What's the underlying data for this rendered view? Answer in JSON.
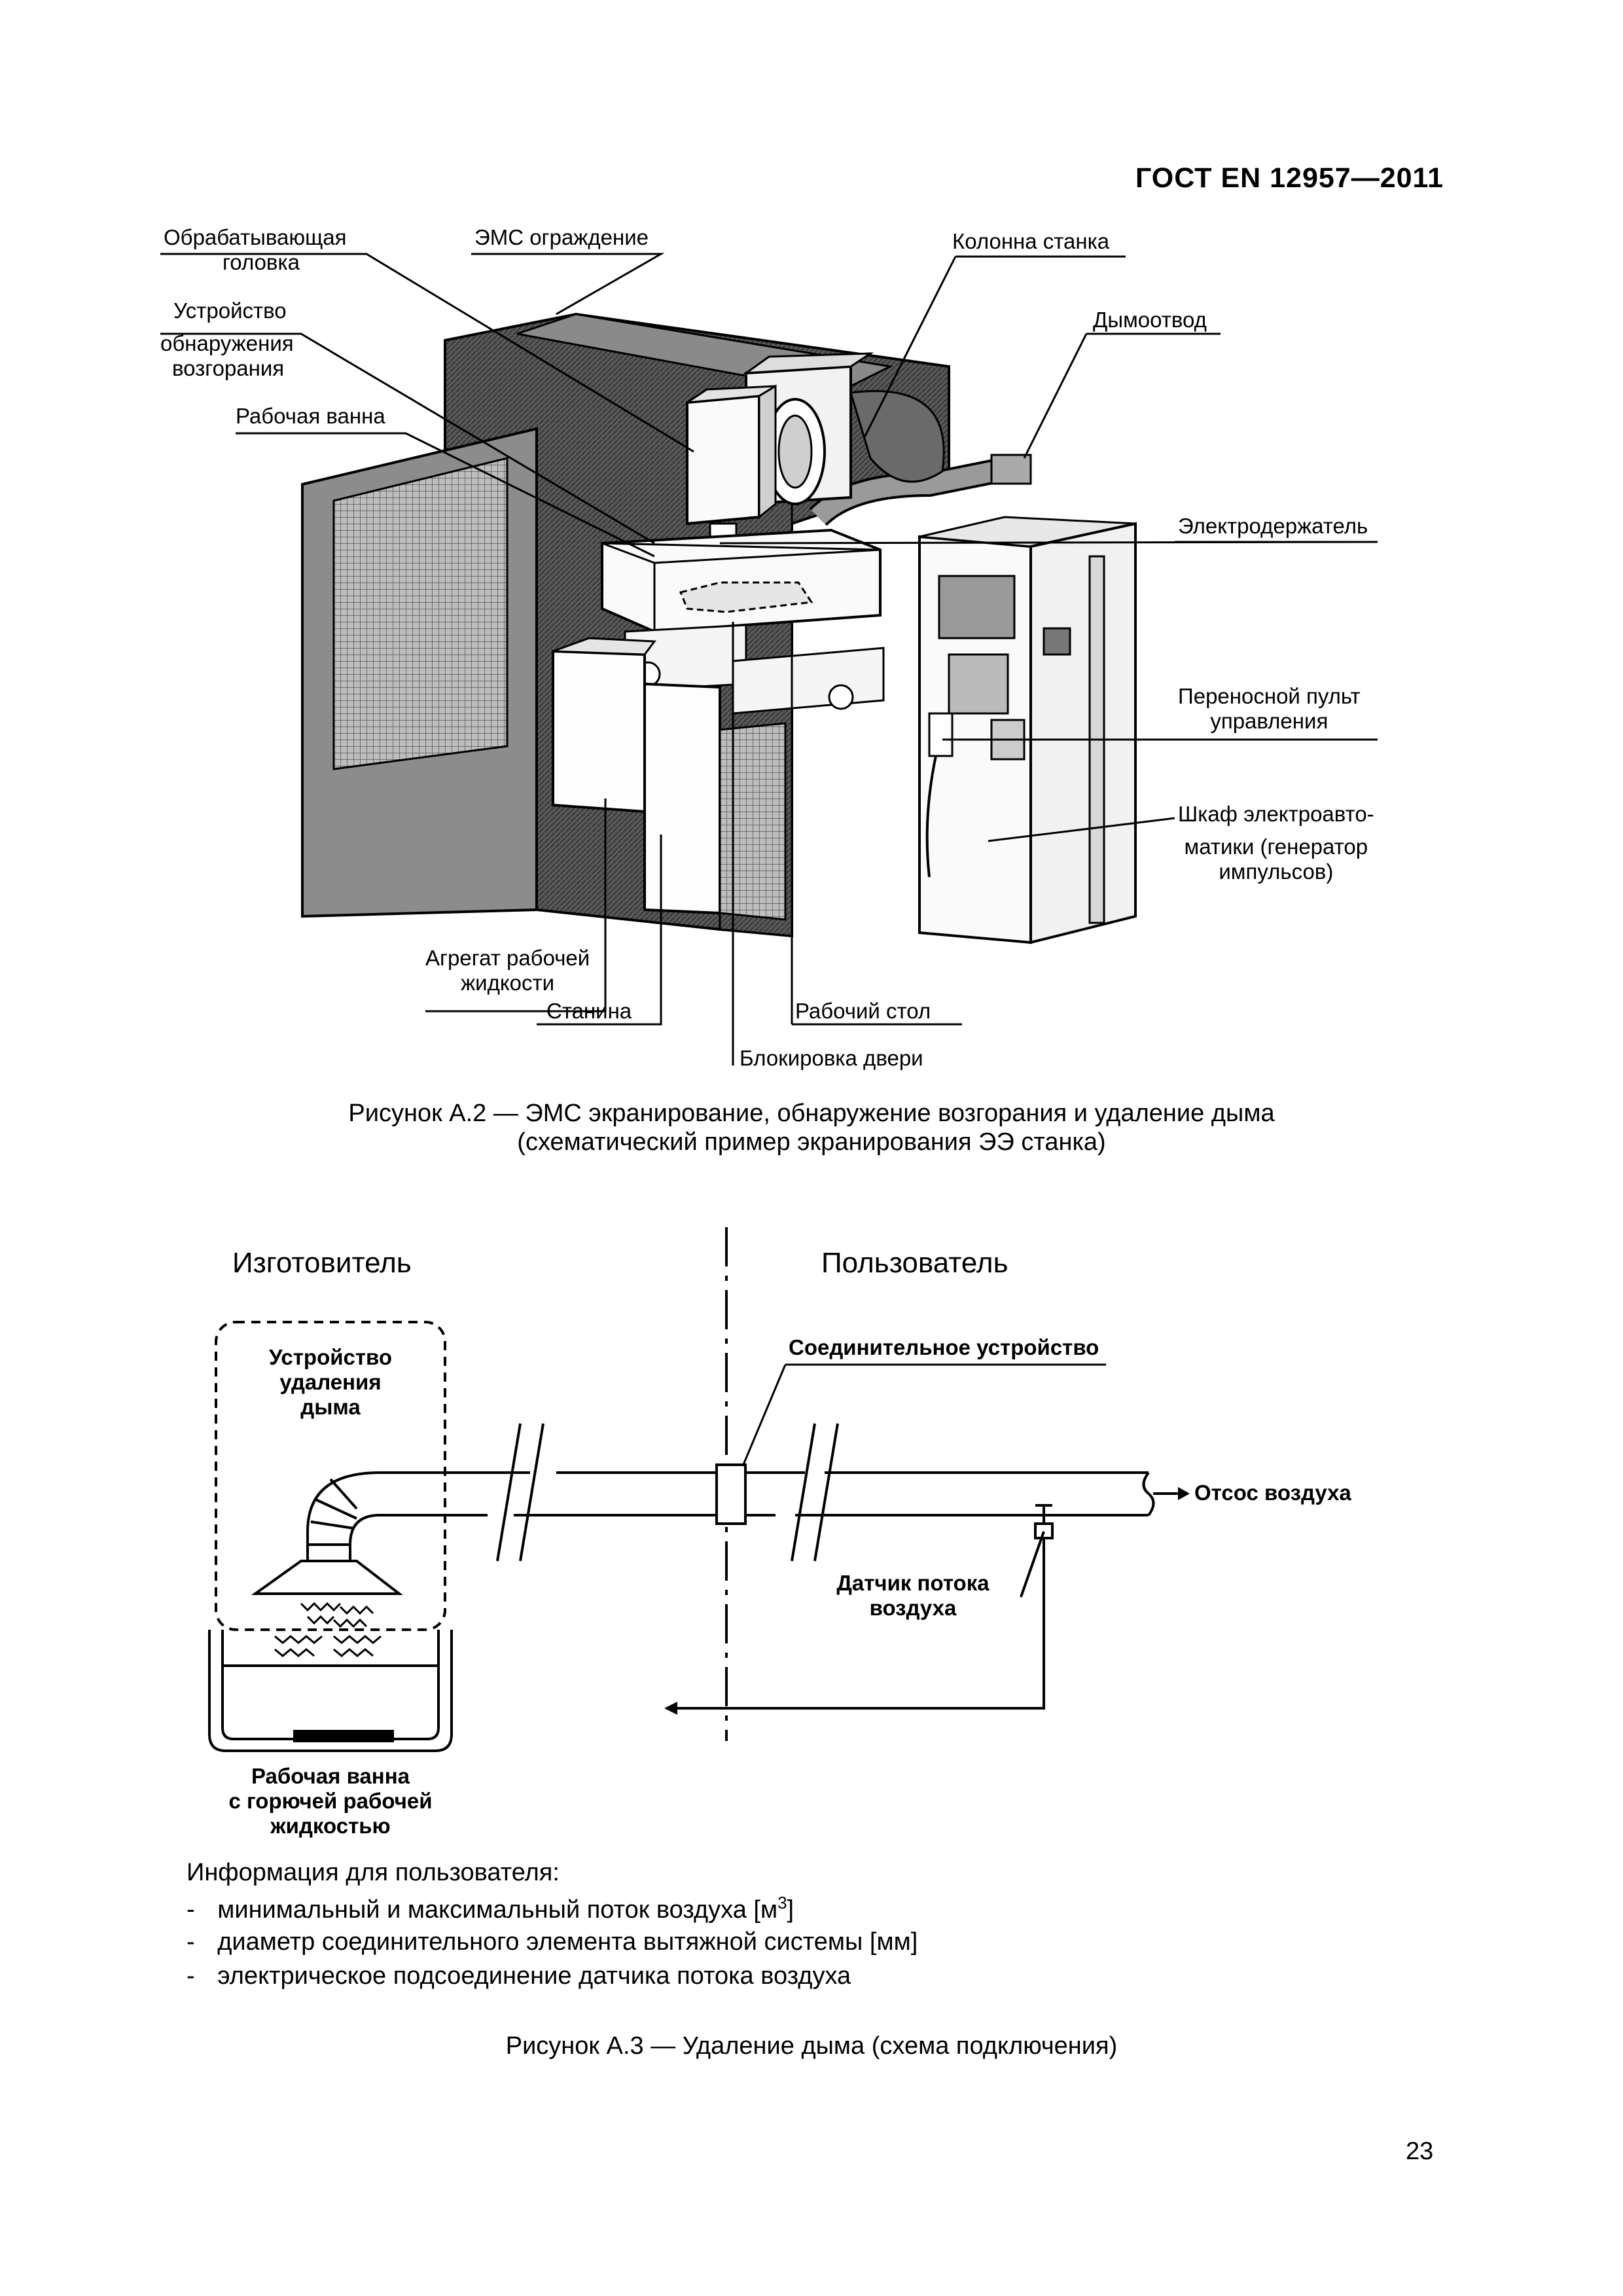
{
  "header": {
    "doc_id": "ГОСТ EN 12957—2011"
  },
  "figure_a2": {
    "labels": {
      "machining_head_1": "Обрабатывающая",
      "machining_head_2": "головка",
      "emc_enclosure": "ЭМС ограждение",
      "machine_column": "Колонна станка",
      "fire_detector_1": "Устройство",
      "fire_detector_2": "обнаружения",
      "fire_detector_3": "возгорания",
      "smoke_outlet": "Дымоотвод",
      "work_tank": "Рабочая ванна",
      "electrode_holder": "Электродержатель",
      "pendant_1": "Переносной пульт",
      "pendant_2": "управления",
      "cabinet_1": "Шкаф электроавто-",
      "cabinet_2": "матики (генератор",
      "cabinet_3": "импульсов)",
      "fluid_unit_1": "Агрегат рабочей",
      "fluid_unit_2": "жидкости",
      "bed": "Станина",
      "work_table": "Рабочий стол",
      "door_interlock": "Блокировка двери"
    },
    "caption_1": "Рисунок А.2 — ЭМС экранирование, обнаружение возгорания и удаление дыма",
    "caption_2": "(схематический пример экранирования ЭЭ станка)"
  },
  "figure_a3": {
    "manufacturer": "Изготовитель",
    "user": "Пользователь",
    "smoke_device_1": "Устройство",
    "smoke_device_2": "удаления",
    "smoke_device_3": "дыма",
    "connector": "Соединительное устройство",
    "air_exhaust": "Отсос воздуха",
    "flow_sensor_1": "Датчик потока",
    "flow_sensor_2": "воздуха",
    "tank_1": "Рабочая ванна",
    "tank_2": "с горючей рабочей",
    "tank_3": "жидкостью",
    "info_title": "Информация для пользователя:",
    "info_items": [
      {
        "bullet": "-",
        "text": "минимальный и максимальный поток воздуха [м",
        "sup": "3",
        "tail": "]"
      },
      {
        "bullet": "-",
        "text": "диаметр соединительного элемента вытяжной системы [мм]"
      },
      {
        "bullet": "-",
        "text": "электрическое подсоединение датчика потока воздуха"
      }
    ],
    "caption": "Рисунок А.3 — Удаление дыма (схема подключения)"
  },
  "footer": {
    "page_number": "23"
  }
}
